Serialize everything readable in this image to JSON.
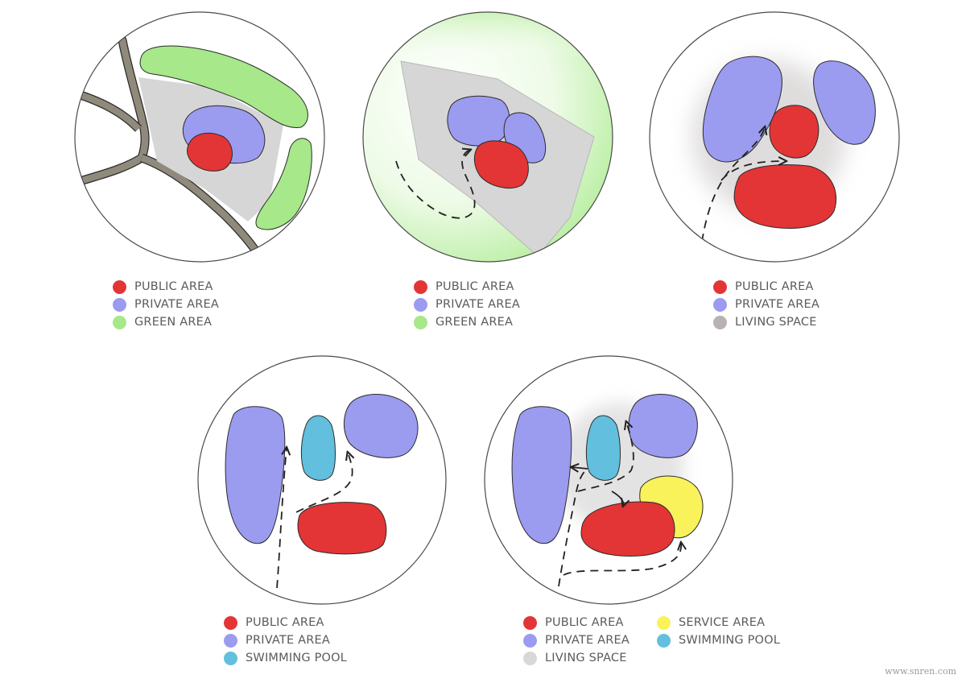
{
  "colors": {
    "public": "#e33535",
    "private": "#9b9bf0",
    "green": "#a6e88a",
    "living_space_dark": "#b8b2b2",
    "living_space_light": "#d8d8d8",
    "service": "#f9f25a",
    "pool": "#62bfdd",
    "site_grey": "#d6d6d6",
    "road": "#8f8a7c",
    "outline": "#2b2b2b"
  },
  "legends": [
    {
      "rows": [
        {
          "label": "PUBLIC AREA",
          "color": "#e33535"
        },
        {
          "label": "PRIVATE AREA",
          "color": "#9b9bf0"
        },
        {
          "label": "GREEN AREA",
          "color": "#a6e88a"
        }
      ]
    },
    {
      "rows": [
        {
          "label": "PUBLIC AREA",
          "color": "#e33535"
        },
        {
          "label": "PRIVATE AREA",
          "color": "#9b9bf0"
        },
        {
          "label": "GREEN AREA",
          "color": "#a6e88a"
        }
      ]
    },
    {
      "rows": [
        {
          "label": "PUBLIC AREA",
          "color": "#e33535"
        },
        {
          "label": "PRIVATE AREA",
          "color": "#9b9bf0"
        },
        {
          "label": "LIVING SPACE",
          "color": "#b8b2b2"
        }
      ]
    },
    {
      "rows": [
        {
          "label": "PUBLIC AREA",
          "color": "#e33535"
        },
        {
          "label": "PRIVATE AREA",
          "color": "#9b9bf0"
        },
        {
          "label": "SWIMMING POOL",
          "color": "#62bfdd"
        }
      ]
    },
    {
      "rows": [
        {
          "label": "PUBLIC AREA",
          "color": "#e33535"
        },
        {
          "label": "PRIVATE AREA",
          "color": "#9b9bf0"
        },
        {
          "label": "LIVING SPACE",
          "color": "#d8d8d8"
        }
      ]
    },
    {
      "rows": [
        {
          "label": "SERVICE AREA",
          "color": "#f9f25a"
        },
        {
          "label": "SWIMMING POOL",
          "color": "#62bfdd"
        }
      ]
    }
  ],
  "watermark": "www.snren.com"
}
